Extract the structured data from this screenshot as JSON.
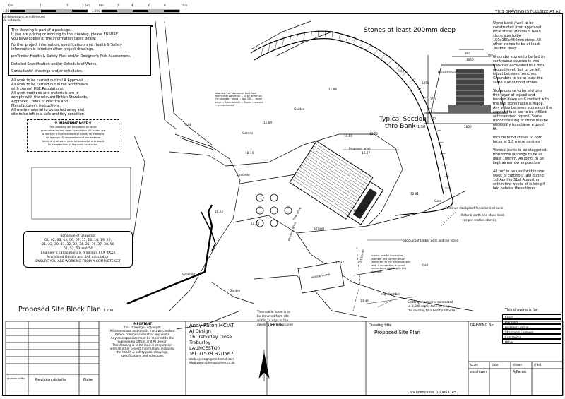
{
  "scale": {
    "label_left": "1:50",
    "ticks_1": [
      "0m",
      "1",
      "2",
      "2.5m"
    ],
    "label_mid": "1:200",
    "ticks_2": [
      "0m",
      "2",
      "4",
      "6",
      "8",
      "10m"
    ],
    "note_line1": "all dimensions in millimetres",
    "note_line2": "do not scale"
  },
  "fullsize_note": "THIS DRAWING IS FULLSIZE AT A2",
  "package_box": [
    "This drawing is part of a package.",
    "If you are pricing or working to this drawing, please ENSURE",
    "you have copies of the information listed below:",
    "Further project information, specifications and Health & Safety",
    "information is listed on other project drawings.",
    "preTender Health & Safety Plan and/or Designer's Risk Assessment.",
    "Detailed Specification and/or Schedule of Works.",
    "Consultants' drawings and/or schedules."
  ],
  "work_notes": [
    "All work to be carried out to LA Approval",
    "All work to be carried out in full accordance",
    "with current HSE Regulations.",
    "All work methods and materials are to",
    "comply with the relevant British Standards,",
    "Approved Codes of Practice and",
    "Manufacturer's instructions.",
    "All waste material to be carted away and",
    "site to be left in a safe and tidy condition"
  ],
  "important_note": {
    "heading": "!! IMPORTANT NOTE !!",
    "lines": [
      "This property will be subject to an air",
      "pressurisation test upon completion. All trades are",
      "to work to a high standard of quality to minimise",
      "air leakage (& penetrations of the external",
      "fabric and services must be sealed) and brought",
      "to the attention of the main contractor."
    ]
  },
  "schedule": {
    "lines": [
      "Schedule of Drawings",
      "01, 02, 03, 05, 06, 07, 15, 16, 18, 19, 20,",
      "21, 22, 30, 31, 32, 33, 34, 35, 36, 37, 38, 50",
      "51, 52, 53 and 54",
      "Engineer's calculations & drawings XXX_4XXX",
      "Accredited Details and SAP calculation",
      "ENSURE YOU ARE WORKING FROM A COMPLETE SET"
    ]
  },
  "plan_title": "Proposed Site Block Plan",
  "plan_scale": "1:200",
  "stones_title": "Stones at least 200mm deep",
  "section_title_1": "Typical Section",
  "section_title_2": "thro Bank",
  "section_scale": "1:50",
  "section_dims": [
    "800",
    "150",
    "1050",
    "1450",
    "250",
    "200",
    "1600"
  ],
  "section_label": "Bond stones",
  "right_notes": [
    [
      "Stone bank / wall to be",
      "constructed from approved",
      "local stone. Minimum bond",
      "stone size to be",
      "150x150x450mm deep. All",
      "other stones to be at least",
      "200mm deep"
    ],
    [
      "Grounder stones to be laid in",
      "continuous courses in two",
      "trenches excavated to a firm",
      "ground level. Soil to be left",
      "intact between trenches.",
      "Grounders to be at least the",
      "same size of bond stones"
    ],
    [
      "Stone course to be laid on a",
      "thin layer of topsoil and",
      "bedded down until contact with",
      "the two stone faces is made.",
      "Any voids between stones on the",
      "exposed face are to be infilled",
      "with rammed topsoil. Some",
      "minor dressing of stone maybe",
      "necessary to achieve a good",
      "fit."
    ],
    [
      "Include bond stones to both",
      "faces at 1.0 metre centres"
    ],
    [
      "Vertical joints to be staggered.",
      "Horizontal lappings to be at",
      "least 100mm. All joints to be",
      "kept as narrow as possible"
    ],
    [
      "All turf to be used within one",
      "week of cutting if laid during",
      "1st April to 31st August or",
      "within two weeks of cutting if",
      "laid outside these times"
    ]
  ],
  "site_labels": {
    "field_1": "field",
    "field_2": "field",
    "garden_1": "Garden",
    "garden_2": "Garden",
    "garden_3": "Garden",
    "level_1196": "11.96",
    "level_1074": "10.74",
    "level_1104": "11.04",
    "level_1270": "12.70",
    "level_1287": "12.87",
    "level_1160": "11.60",
    "level_1291": "12.91",
    "level_1022": "10.22",
    "level_1124": "11.24",
    "level_1137": "11.37",
    "level_1346": "13.46",
    "level_888": "8.88",
    "proposed_level": "Proposed level",
    "proposed_level_val": "11.60",
    "concrete_1": "Concrete",
    "concrete_2": "concrete",
    "gravel": "Gravel",
    "fence_note": "Continue stockproof fence behind bank",
    "bank_note_1": "Natural earth and stone bank",
    "bank_note_2": "(as per section above)",
    "timber_fence": "Stockproof timber post and rail fence",
    "chamber_note": "Inspect nearby inspection chamber and confirm this is connected to the existing septic tank. If connection is sound connect new dwelling to this chamber.",
    "new_stone_note": "New new 2m' stockproof built from heavy duty polyethyl ... to be grown on the boundary along ... laid 200 ... stone outer ... Alternatively ... Stone ... around ... embankment.",
    "exg_chamber": "exg chamber",
    "septic_note_1": "Existing chamber is connected",
    "septic_note_2": "to 4,500 septic tank serving",
    "septic_note_3": "the existing four bed farmhouse",
    "mobile_note_1": "The mobile home is to",
    "mobile_note_2": "be removed from site",
    "mobile_note_3": "within 14 days of the",
    "mobile_note_4": "dwelling being occupied",
    "mobile_home": "mobile home",
    "existing_drive": "existing drive",
    "gate_label": "Gate",
    "distance_label": "8100mm",
    "drive_label": "new drive"
  },
  "drawing_for": {
    "heading": "This drawing is for:",
    "items": [
      "Client",
      "Planning",
      "Building Control",
      "Structural Engineer",
      "Contractor",
      "Other"
    ]
  },
  "title_block": {
    "important_heading": "IMPORTANT",
    "important_lines": [
      "This drawing is copyright",
      "All dimensions and details must be checked",
      "before commencement of any works",
      "Any discrepancies must be reported to the",
      "Supervising Officer and AJ Design",
      "This drawing is to be read in conjunction",
      "with all other project information, including",
      "the health & safety plan, drawings,",
      "specifications and schedules"
    ],
    "designer_name": "Andy Paton MCIAT",
    "firm": "AJ Design",
    "address1": "16 Treburley Close",
    "address2": "Treburley",
    "town": "LAUNCESTON",
    "tel": "Tel 01579 370567",
    "email": "andy.ajdesign@btinternet.com",
    "web": "Web www.ajdesignonline.co.uk",
    "job_title_label": "Job title",
    "drawing_title_label": "Drawing title",
    "drawing_title": "Proposed Site Plan",
    "drawing_no_label": "DRAWING No",
    "scale_label": "scale",
    "scale_value": "as shown",
    "date_label": "date",
    "drawn_label": "drawn",
    "drawn_value": "AJPaton",
    "chkd_label": "chkd.",
    "licence": "o/s licence no. 100053745",
    "revision_suffix": "revision suffix",
    "revision_details": "Revision details",
    "date_col": "Date"
  }
}
